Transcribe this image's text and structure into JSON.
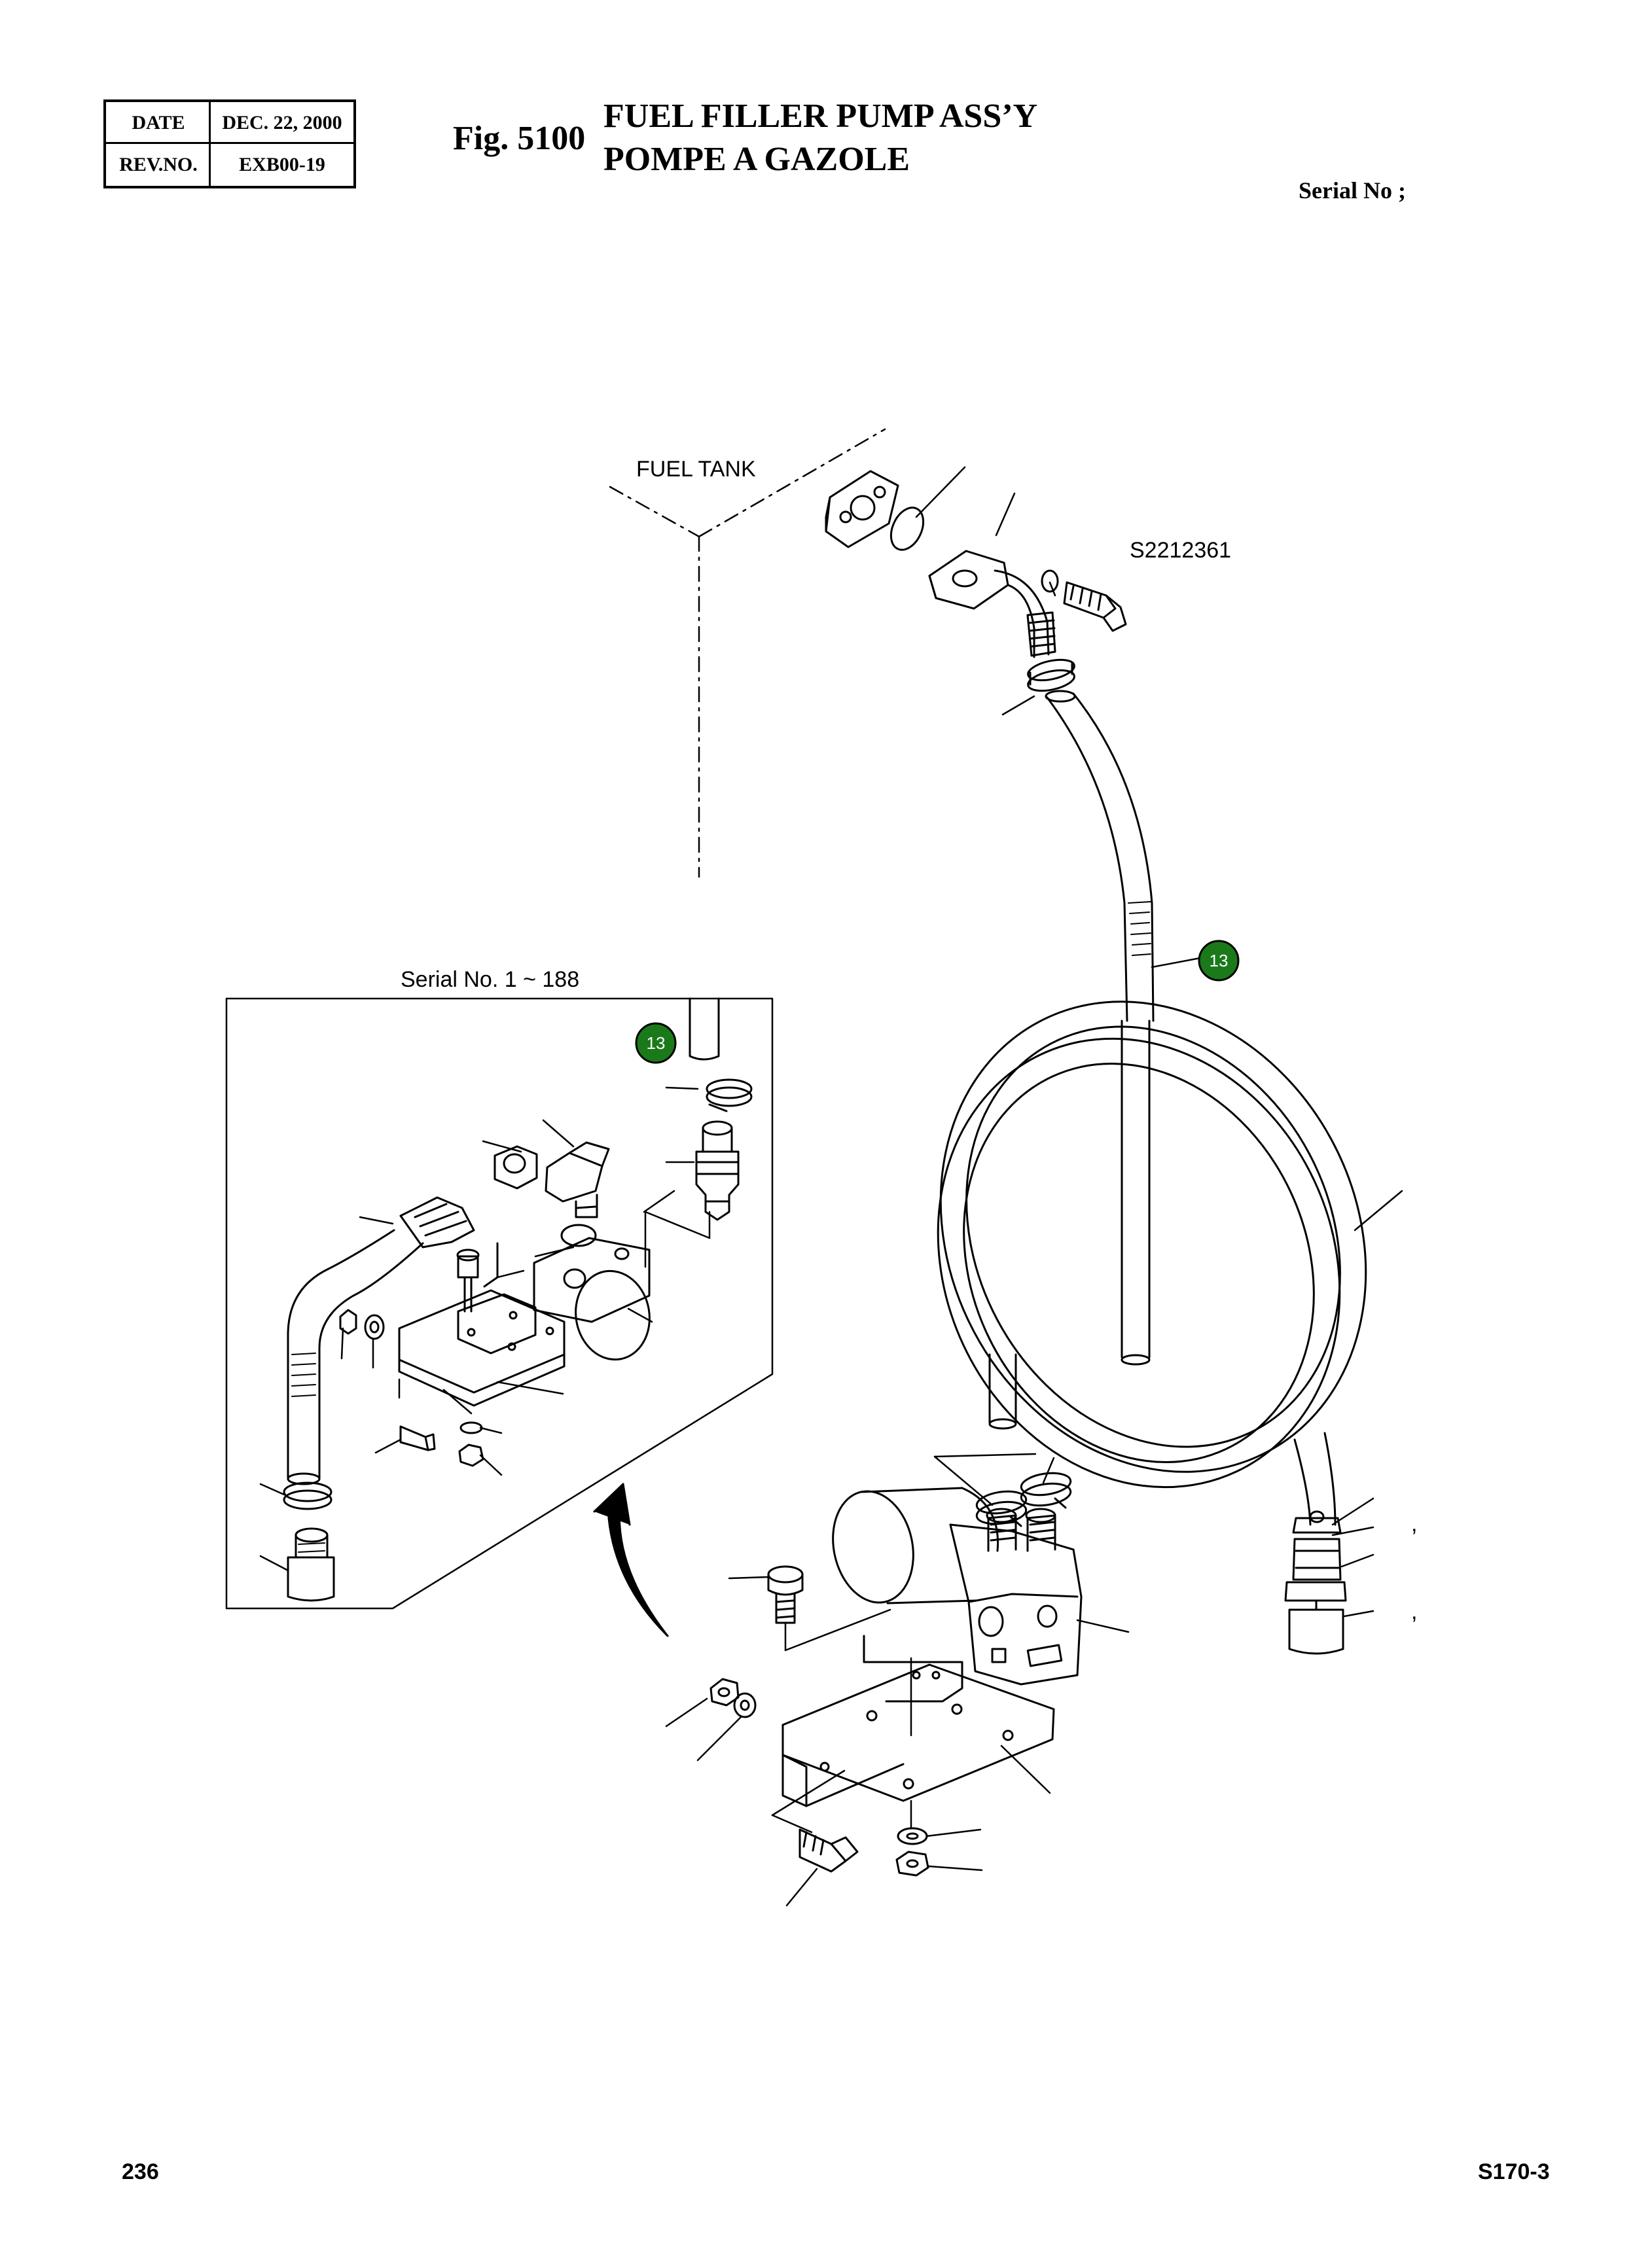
{
  "header": {
    "date_label": "DATE",
    "date_value": "DEC. 22, 2000",
    "rev_label": "REV.NO.",
    "rev_value": "EXB00-19",
    "figure_number": "Fig. 5100",
    "title_en": "FUEL FILLER PUMP ASS’Y",
    "title_fr": "POMPE A GAZOLE",
    "serial_label": "Serial No ;"
  },
  "diagram": {
    "fuel_tank_label": "FUEL TANK",
    "part_number_label": "S2212361",
    "inset_label": "Serial No. 1 ~ 188",
    "callout_badges": [
      {
        "number": "13",
        "color": "#1a7a1a"
      },
      {
        "number": "13",
        "color": "#1a7a1a"
      }
    ],
    "comma_marks": [
      ",",
      ","
    ]
  },
  "footer": {
    "page_number": "236",
    "model": "S170-3"
  }
}
